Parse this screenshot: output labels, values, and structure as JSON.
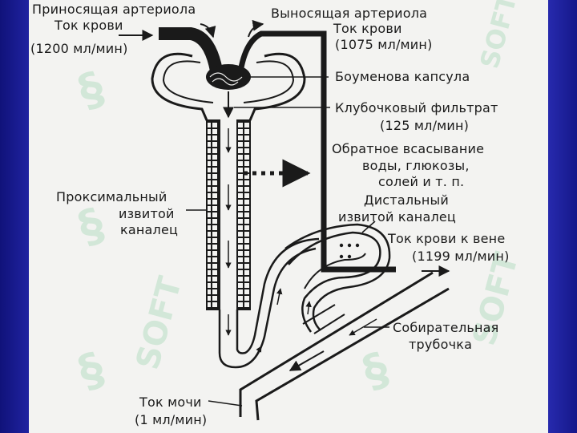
{
  "labels": {
    "afferent_title": "Приносящая артериола",
    "afferent_flow": "Ток крови",
    "afferent_value": "(1200 мл/мин)",
    "efferent_title": "Выносящая артериола",
    "efferent_flow": "Ток крови",
    "efferent_value": "(1075 мл/мин)",
    "bowman": "Боуменова капсула",
    "filtrate_title": "Клубочковый фильтрат",
    "filtrate_value": "(125 мл/мин)",
    "reabsorption_1": "Обратное всасывание",
    "reabsorption_2": "воды, глюкозы,",
    "reabsorption_3": "солей и т. п.",
    "proximal_1": "Проксимальный",
    "proximal_2": "извитой",
    "proximal_3": "каналец",
    "distal_1": "Дистальный",
    "distal_2": "извитой каналец",
    "vein_title": "Ток крови к вене",
    "vein_value": "(1199 мл/мин)",
    "collecting_1": "Собирательная",
    "collecting_2": "трубочка",
    "urine_title": "Ток мочи",
    "urine_value": "(1 мл/мин)"
  },
  "watermark": {
    "logo": "§",
    "text": "SOFT"
  },
  "colors": {
    "background": "#2a2db4",
    "panel": "#f3f3f1",
    "ink": "#1a1a1a",
    "watermark": "#96d2aa"
  }
}
